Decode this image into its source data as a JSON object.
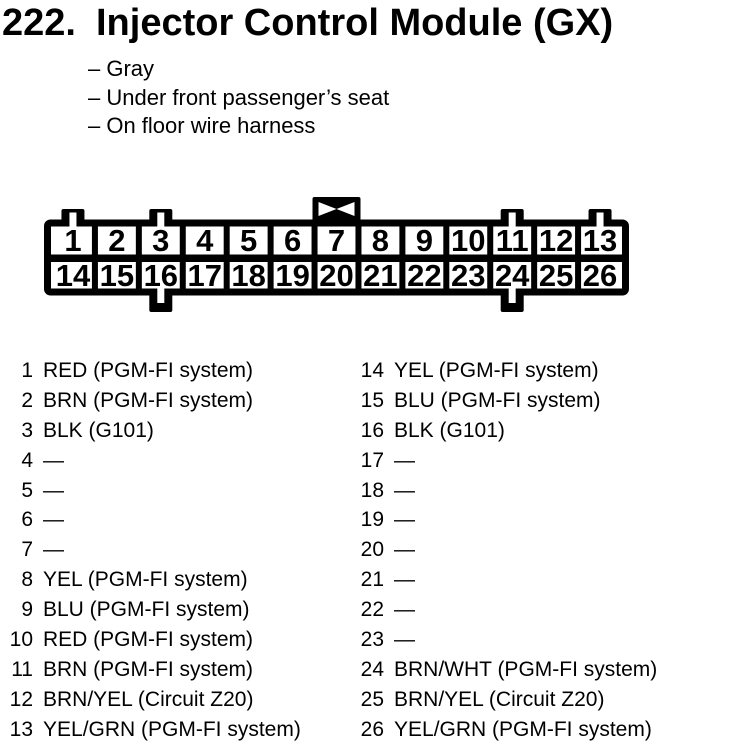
{
  "page": {
    "background": "#ffffff",
    "ink": "#000000"
  },
  "title": {
    "number": "222.",
    "text": "Injector Control Module (GX)"
  },
  "notes": [
    "– Gray",
    "– Under front passenger’s seat",
    "– On floor wire harness"
  ],
  "connector": {
    "top_row": [
      "1",
      "2",
      "3",
      "4",
      "5",
      "6",
      "7",
      "8",
      "9",
      "10",
      "11",
      "12",
      "13"
    ],
    "bottom_row": [
      "14",
      "15",
      "16",
      "17",
      "18",
      "19",
      "20",
      "21",
      "22",
      "23",
      "24",
      "25",
      "26"
    ],
    "top_tabs_above_pins": [
      "1",
      "3",
      "11",
      "13"
    ],
    "latch_above_pin": "7",
    "bottom_tabs_below_pins": [
      "16",
      "24"
    ]
  },
  "pin_list": {
    "left": [
      {
        "pin": "1",
        "desc": "RED (PGM-FI system)"
      },
      {
        "pin": "2",
        "desc": "BRN (PGM-FI system)"
      },
      {
        "pin": "3",
        "desc": "BLK (G101)"
      },
      {
        "pin": "4",
        "desc": "—"
      },
      {
        "pin": "5",
        "desc": "—"
      },
      {
        "pin": "6",
        "desc": "—"
      },
      {
        "pin": "7",
        "desc": "—"
      },
      {
        "pin": "8",
        "desc": "YEL (PGM-FI system)"
      },
      {
        "pin": "9",
        "desc": "BLU (PGM-FI system)"
      },
      {
        "pin": "10",
        "desc": "RED (PGM-FI system)"
      },
      {
        "pin": "11",
        "desc": "BRN (PGM-FI system)"
      },
      {
        "pin": "12",
        "desc": "BRN/YEL (Circuit Z20)"
      },
      {
        "pin": "13",
        "desc": "YEL/GRN (PGM-FI system)"
      }
    ],
    "right": [
      {
        "pin": "14",
        "desc": "YEL (PGM-FI system)"
      },
      {
        "pin": "15",
        "desc": "BLU (PGM-FI system)"
      },
      {
        "pin": "16",
        "desc": "BLK (G101)"
      },
      {
        "pin": "17",
        "desc": "—"
      },
      {
        "pin": "18",
        "desc": "—"
      },
      {
        "pin": "19",
        "desc": "—"
      },
      {
        "pin": "20",
        "desc": "—"
      },
      {
        "pin": "21",
        "desc": "—"
      },
      {
        "pin": "22",
        "desc": "—"
      },
      {
        "pin": "23",
        "desc": "—"
      },
      {
        "pin": "24",
        "desc": "BRN/WHT (PGM-FI system)"
      },
      {
        "pin": "25",
        "desc": "BRN/YEL (Circuit Z20)"
      },
      {
        "pin": "26",
        "desc": "YEL/GRN (PGM-FI system)"
      }
    ]
  }
}
